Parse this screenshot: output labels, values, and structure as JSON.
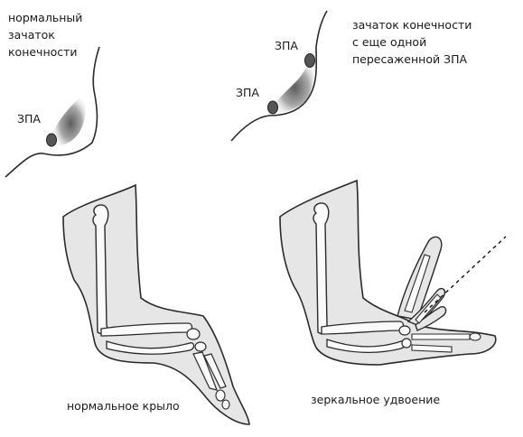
{
  "panel_top_left": {
    "caption": "нормальный\nзачаток\nконечности",
    "zpa_label": "ЗПА"
  },
  "panel_top_right": {
    "caption": "зачаток конечности\nс еще одной\nпересаженной ЗПА",
    "zpa_label_upper": "ЗПА",
    "zpa_label_lower": "ЗПА"
  },
  "panel_bottom_left": {
    "caption": "нормальное крыло"
  },
  "panel_bottom_right": {
    "caption": "зеркальное удвоение"
  },
  "colors": {
    "outline": "#2a2a2a",
    "skin_fill": "#e6e6e6",
    "zpa_fill": "#555555",
    "gradient_dark": "#6e6e6e"
  }
}
